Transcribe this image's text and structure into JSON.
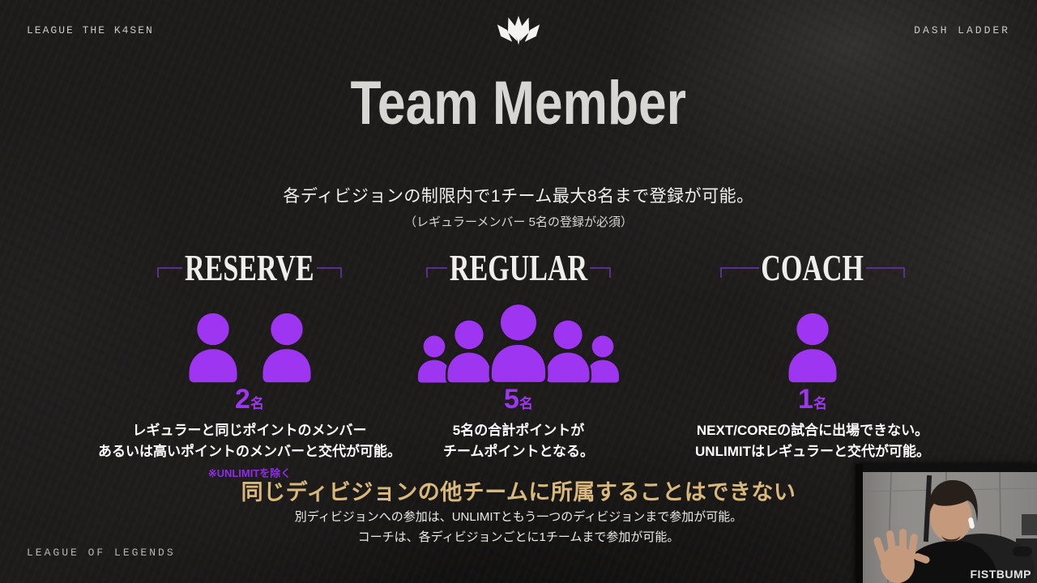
{
  "header": {
    "left_label": "LEAGUE THE K4SEN",
    "right_label": "DASH LADDER",
    "logo": "crown-logo"
  },
  "title": "Team Member",
  "intro": {
    "line1": "各ディビジョンの制限内で1チーム最大8名まで登録が可能。",
    "line2": "（レギュラーメンバー 5名の登録が必須）"
  },
  "sections": [
    {
      "heading": "RESERVE",
      "member_count": "2",
      "member_unit": "名",
      "icon_people": 2,
      "desc1": "レギュラーと同じポイントのメンバー",
      "desc2": "あるいは高いポイントのメンバーと交代が可能。",
      "note": "※UNLIMITを除く"
    },
    {
      "heading": "REGULAR",
      "member_count": "5",
      "member_unit": "名",
      "icon_people": 5,
      "desc1": "5名の合計ポイントが",
      "desc2": "チームポイントとなる。",
      "note": ""
    },
    {
      "heading": "COACH",
      "member_count": "1",
      "member_unit": "名",
      "icon_people": 1,
      "desc1": "NEXT/COREの試合に出場できない。",
      "desc2": "UNLIMITはレギュラーと交代が可能。",
      "note": ""
    }
  ],
  "rule": {
    "heading": "同じディビジョンの他チームに所属することはできない",
    "note1": "別ディビジョンへの参加は、UNLIMITともう一つのディビジョンまで参加が可能。",
    "note2": "コーチは、各ディビジョンごとに1チームまで参加が可能。"
  },
  "footer": {
    "left_label": "LEAGUE OF LEGENDS"
  },
  "webcam": {
    "watermark": "FISTBUMP"
  },
  "colors": {
    "accent_purple": "#9e35f0",
    "bracket_purple": "#5c2f8e",
    "note_purple": "#8c2fe0",
    "gold": "#d9b87c",
    "title_gray": "#d8d6d3"
  }
}
